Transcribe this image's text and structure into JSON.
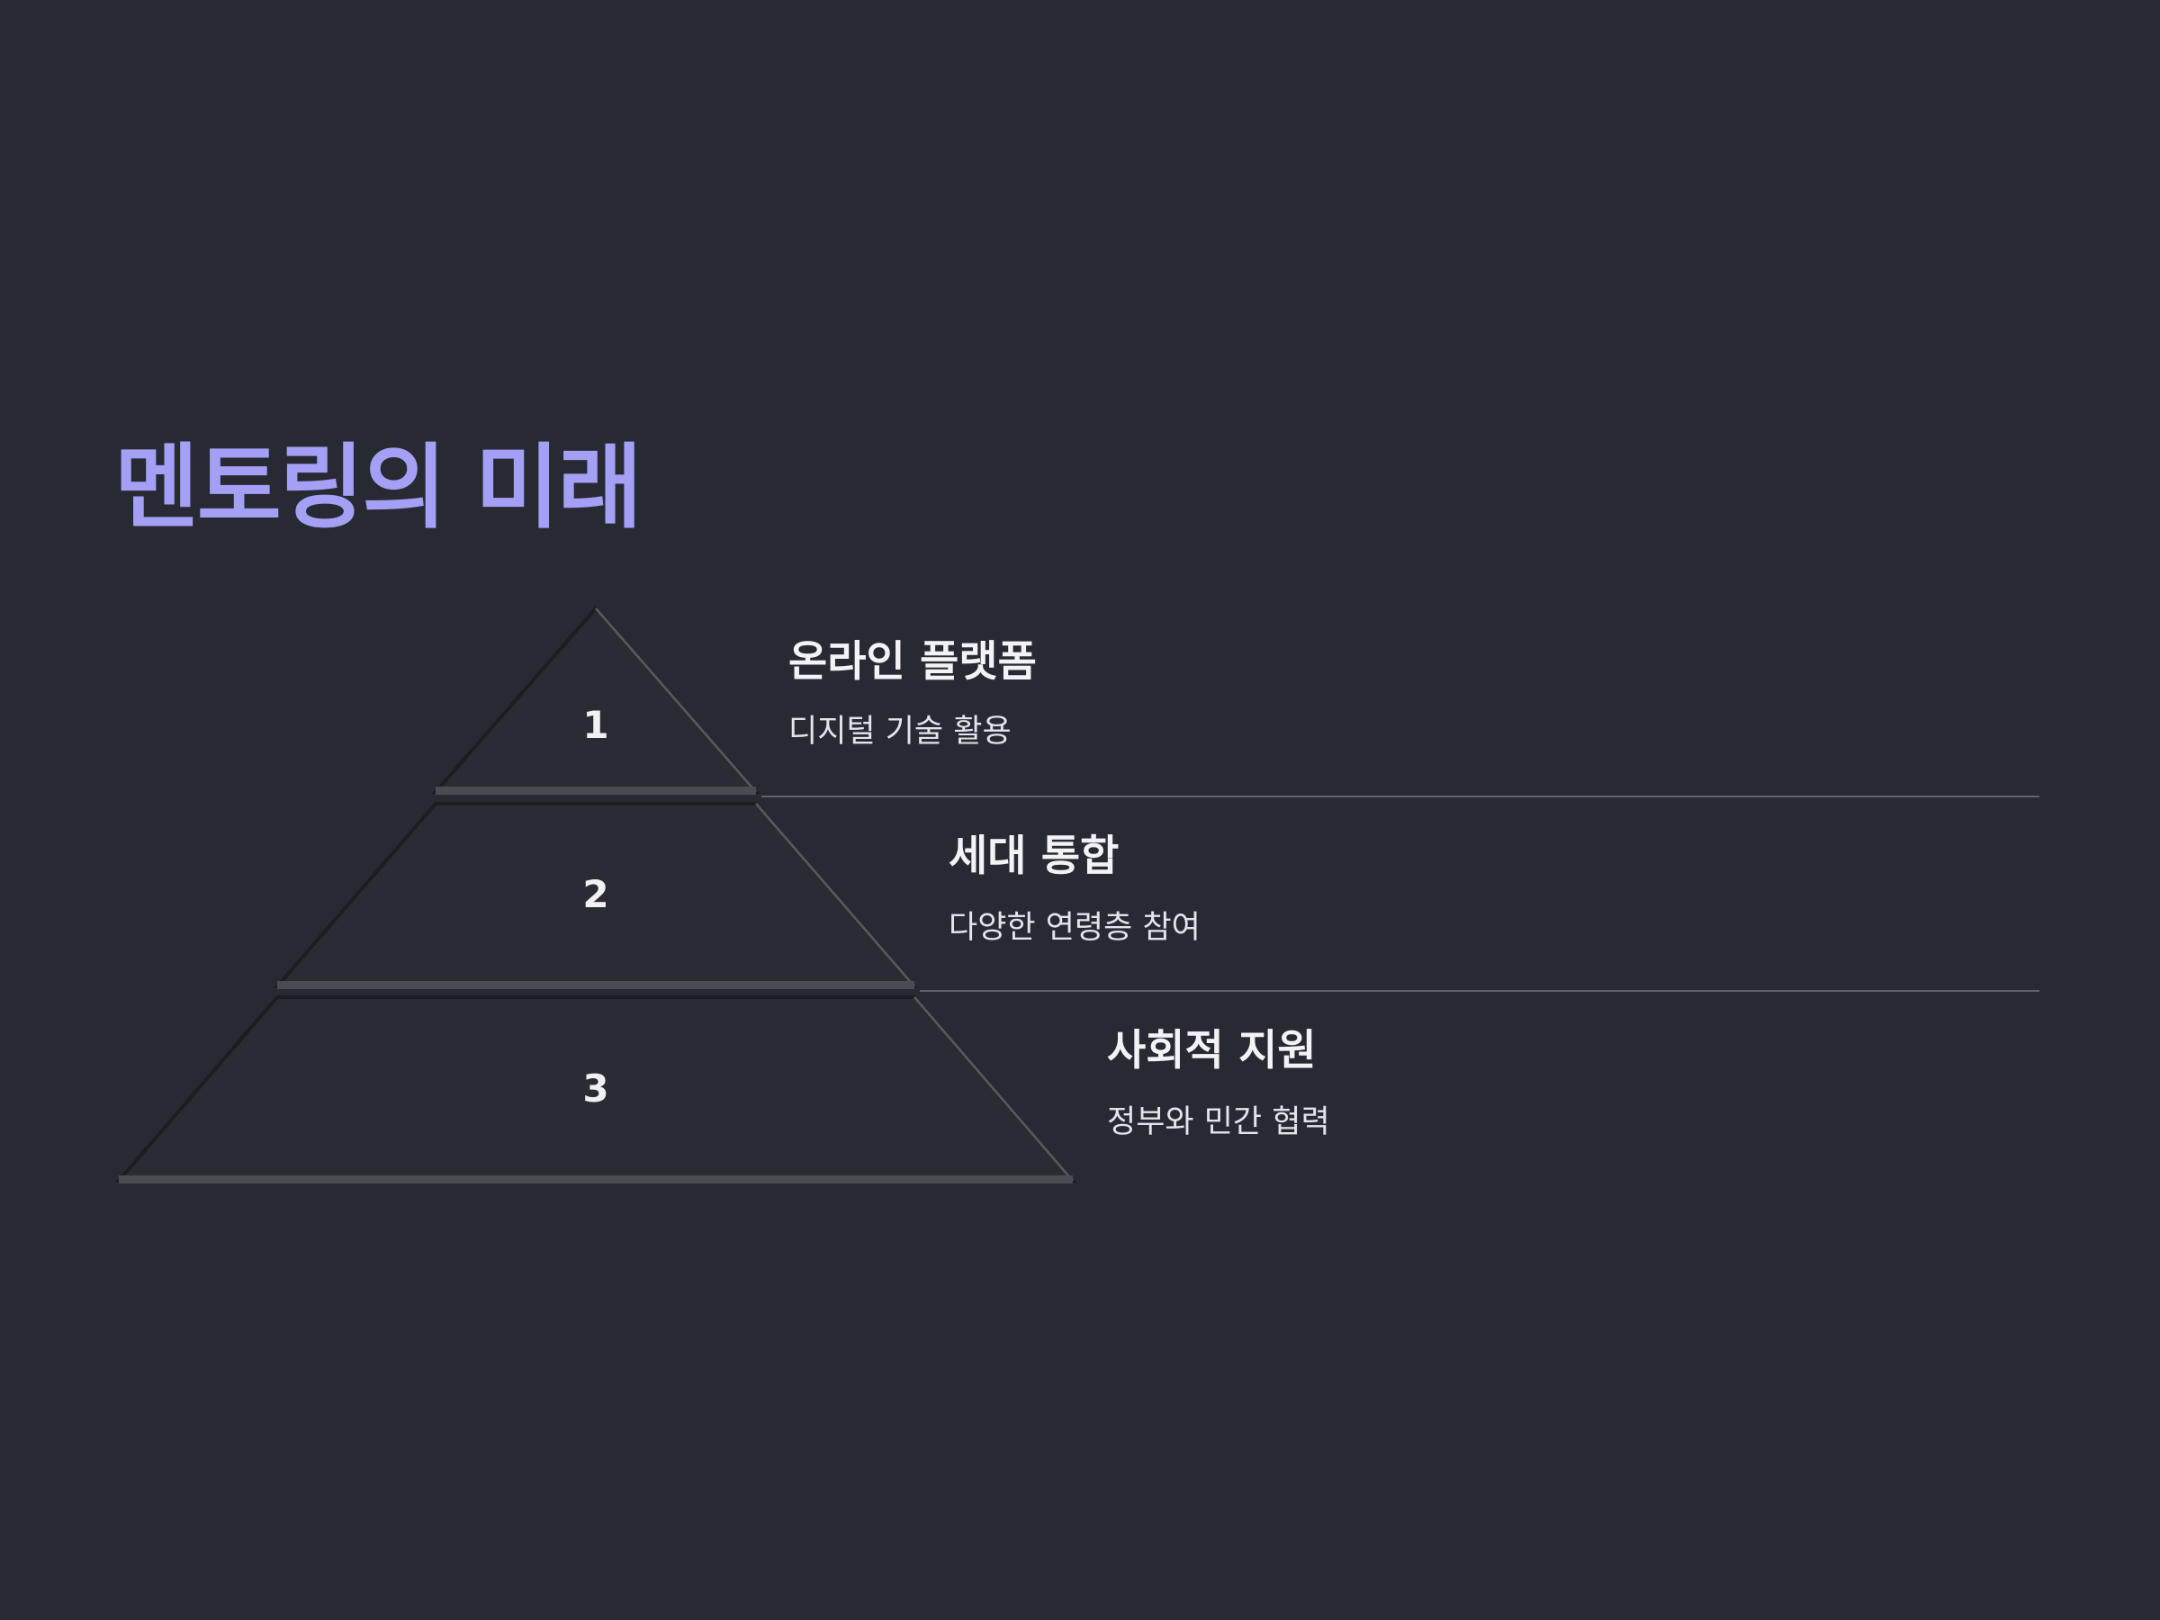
{
  "slide": {
    "title": "멘토링의 미래",
    "accent_color": "#a3a0f5",
    "background_color": "#272a33"
  },
  "pyramid": {
    "tiers": [
      {
        "number": "1",
        "title": "온라인 플랫폼",
        "description": "디지털 기술 활용"
      },
      {
        "number": "2",
        "title": "세대 통합",
        "description": "다양한 연령층 참여"
      },
      {
        "number": "3",
        "title": "사회적 지원",
        "description": "정부와 민간 협력"
      }
    ]
  }
}
